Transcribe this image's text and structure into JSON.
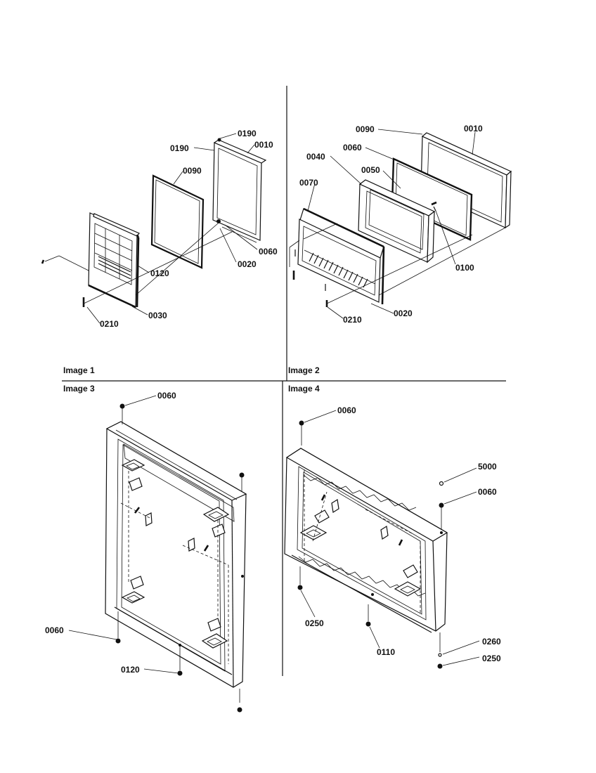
{
  "panels": {
    "p1": {
      "caption": "Image 1",
      "callouts": {
        "c0190a": "0190",
        "c0190b": "0190",
        "c0010": "0010",
        "c0090": "0090",
        "c0060": "0060",
        "c0020": "0020",
        "c0120": "0120",
        "c0030": "0030",
        "c0210": "0210"
      }
    },
    "p2": {
      "caption": "Image 2",
      "callouts": {
        "c0090": "0090",
        "c0010": "0010",
        "c0060": "0060",
        "c0040": "0040",
        "c0050": "0050",
        "c0070": "0070",
        "c0100": "0100",
        "c0020": "0020",
        "c0210": "0210"
      }
    },
    "p3": {
      "caption": "Image 3",
      "callouts": {
        "c0060a": "0060",
        "c0060b": "0060",
        "c0120": "0120"
      }
    },
    "p4": {
      "caption": "Image 4",
      "callouts": {
        "c0060a": "0060",
        "c5000": "5000",
        "c0060b": "0060",
        "c0250a": "0250",
        "c0110": "0110",
        "c0260": "0260",
        "c0250b": "0250"
      }
    }
  }
}
